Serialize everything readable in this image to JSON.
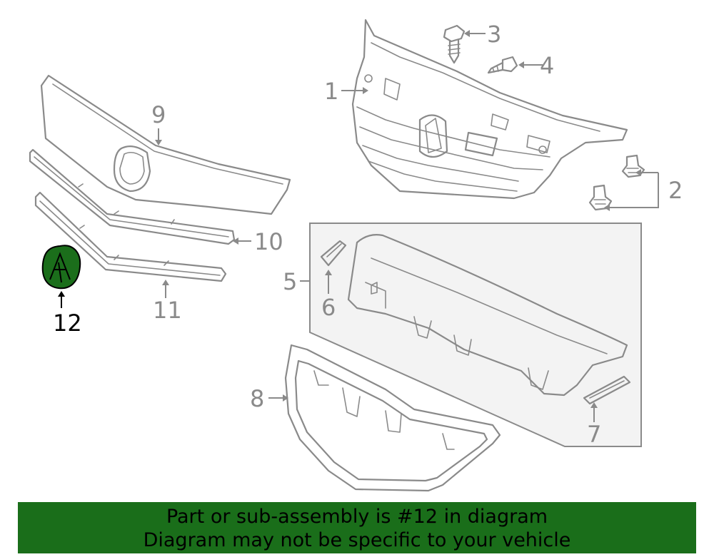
{
  "diagram": {
    "callouts": {
      "c1": "1",
      "c2": "2",
      "c3": "3",
      "c4": "4",
      "c5": "5",
      "c6": "6",
      "c7": "7",
      "c8": "8",
      "c9": "9",
      "c10": "10",
      "c11": "11",
      "c12": "12"
    },
    "highlighted_part": "12",
    "colors": {
      "highlight": "#1b6e1b",
      "line": "#8a8a8a",
      "subassembly_bg": "#f2f2f2",
      "banner": "#1a6e1a"
    }
  },
  "footer": {
    "line1": "Part or sub-assembly is #12 in diagram",
    "line2": "Diagram may not be specific to your vehicle"
  }
}
